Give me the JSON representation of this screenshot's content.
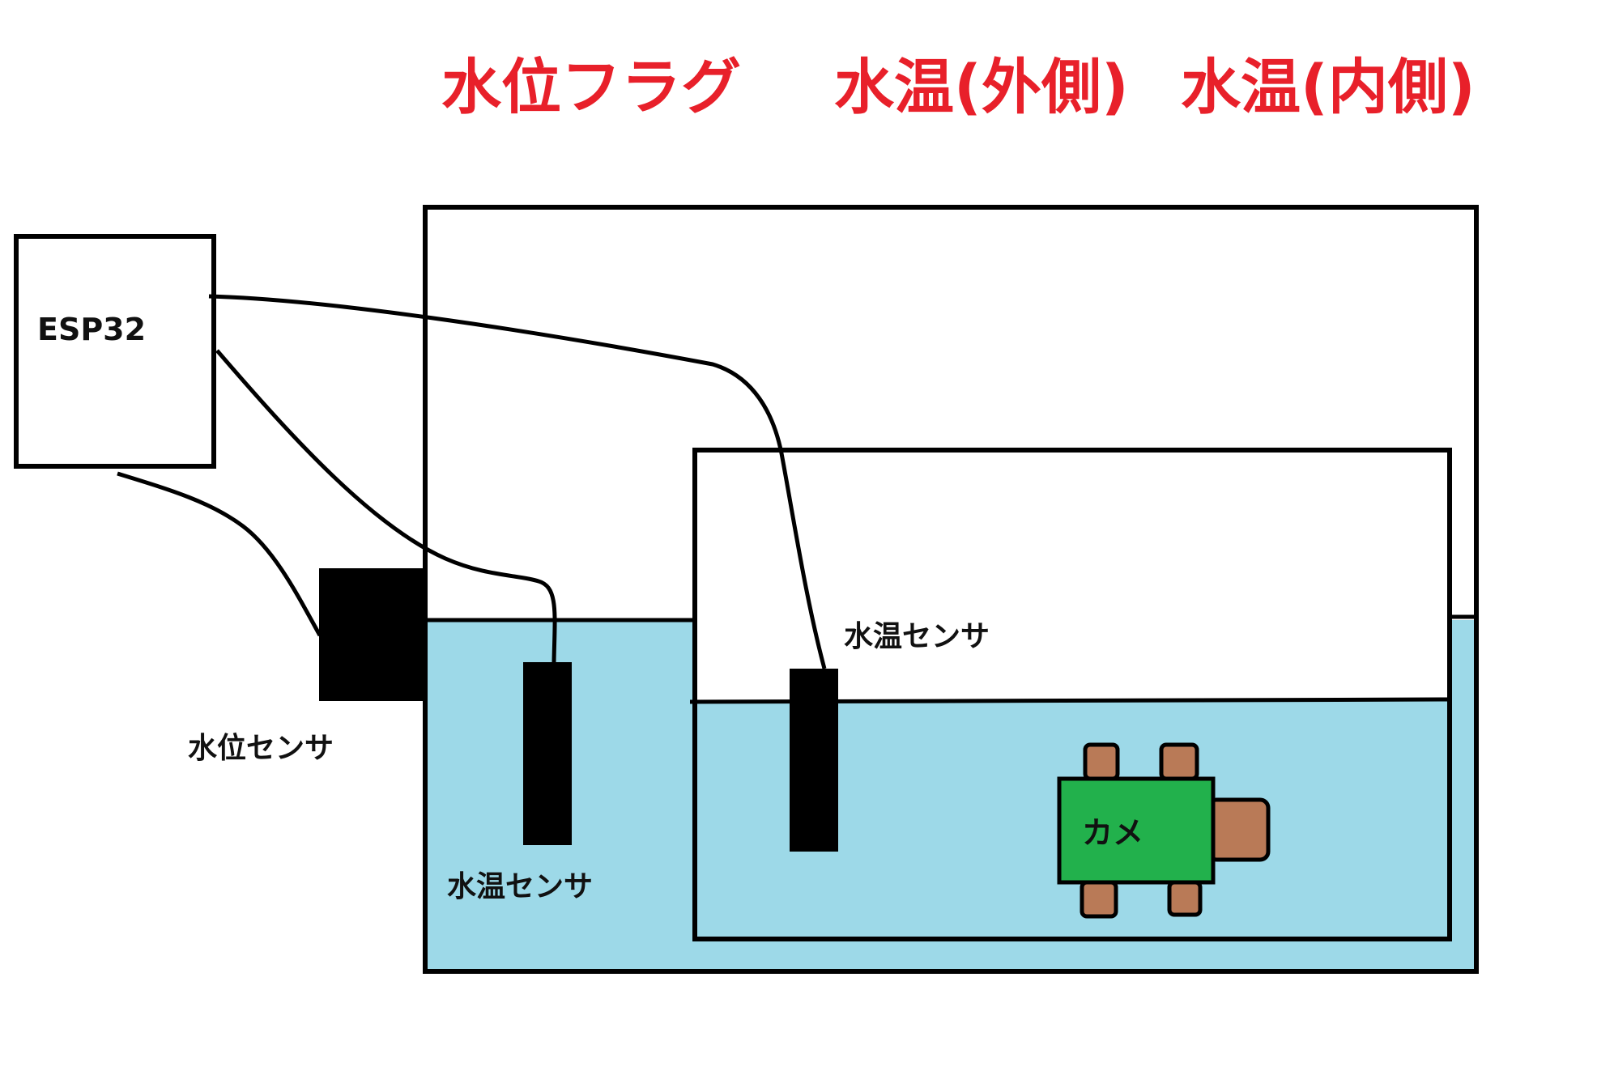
{
  "titles": {
    "water_level_flag": "水位フラグ",
    "water_temp_outer": "水温(外側)",
    "water_temp_inner": "水温(内側)"
  },
  "labels": {
    "esp32": "ESP32",
    "water_level_sensor": "水位センサ",
    "water_temp_sensor_outer": "水温センサ",
    "water_temp_sensor_inner": "水温センサ",
    "turtle": "カメ"
  },
  "colors": {
    "title_red": "#e8202a",
    "water_blue": "#9dd9e8",
    "turtle_shell_green": "#22b14c",
    "turtle_limb_brown": "#b97a57",
    "outline_black": "#000000"
  }
}
